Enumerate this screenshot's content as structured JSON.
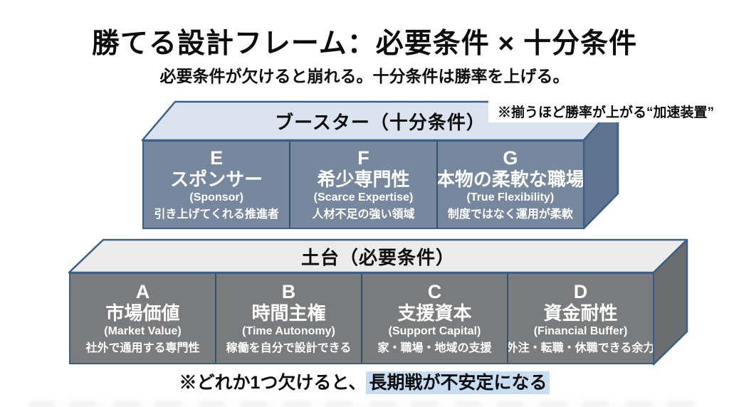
{
  "title": "勝てる設計フレーム：必要条件 × 十分条件",
  "subtitle": "必要条件が欠けると崩れる。十分条件は勝率を上げる。",
  "booster": {
    "header": "ブースター（十分条件）",
    "annotation": "※揃うほど勝率が上がる“加速装置”",
    "cells": [
      {
        "letter": "E",
        "name": "スポンサー",
        "en": "(Sponsor)",
        "desc": "引き上げてくれる推進者"
      },
      {
        "letter": "F",
        "name": "希少専門性",
        "en": "(Scarce Expertise)",
        "desc": "人材不足の強い領域"
      },
      {
        "letter": "G",
        "name": "本物の柔軟な職場",
        "en": "(True Flexibility)",
        "desc": "制度ではなく運用が柔軟"
      }
    ]
  },
  "base": {
    "header": "土台（必要条件）",
    "cells": [
      {
        "letter": "A",
        "name": "市場価値",
        "en": "(Market Value)",
        "desc": "社外で通用する専門性"
      },
      {
        "letter": "B",
        "name": "時間主権",
        "en": "(Time Autonomy)",
        "desc": "稼働を自分で設計できる"
      },
      {
        "letter": "C",
        "name": "支援資本",
        "en": "(Support Capital)",
        "desc": "家・職場・地域の支援"
      },
      {
        "letter": "D",
        "name": "資金耐性",
        "en": "(Financial Buffer)",
        "desc": "外注・転職・休職できる余力"
      }
    ]
  },
  "footnote": {
    "plain": "※どれか1つ欠けると、",
    "highlighted": "長期戦が不安定になる"
  },
  "colors": {
    "booster-front": "#77889e",
    "booster-top": "#dbe3f1",
    "booster-side": "#5f7490",
    "base-front": "#7a7b7d",
    "base-top": "#ececec",
    "base-side": "#6c6d6f",
    "edge": "#3a5f88",
    "divider": "#32516f",
    "highlight": "#c9ddf2",
    "text-dark": "#0d0d0d",
    "text-light": "#ffffff"
  }
}
